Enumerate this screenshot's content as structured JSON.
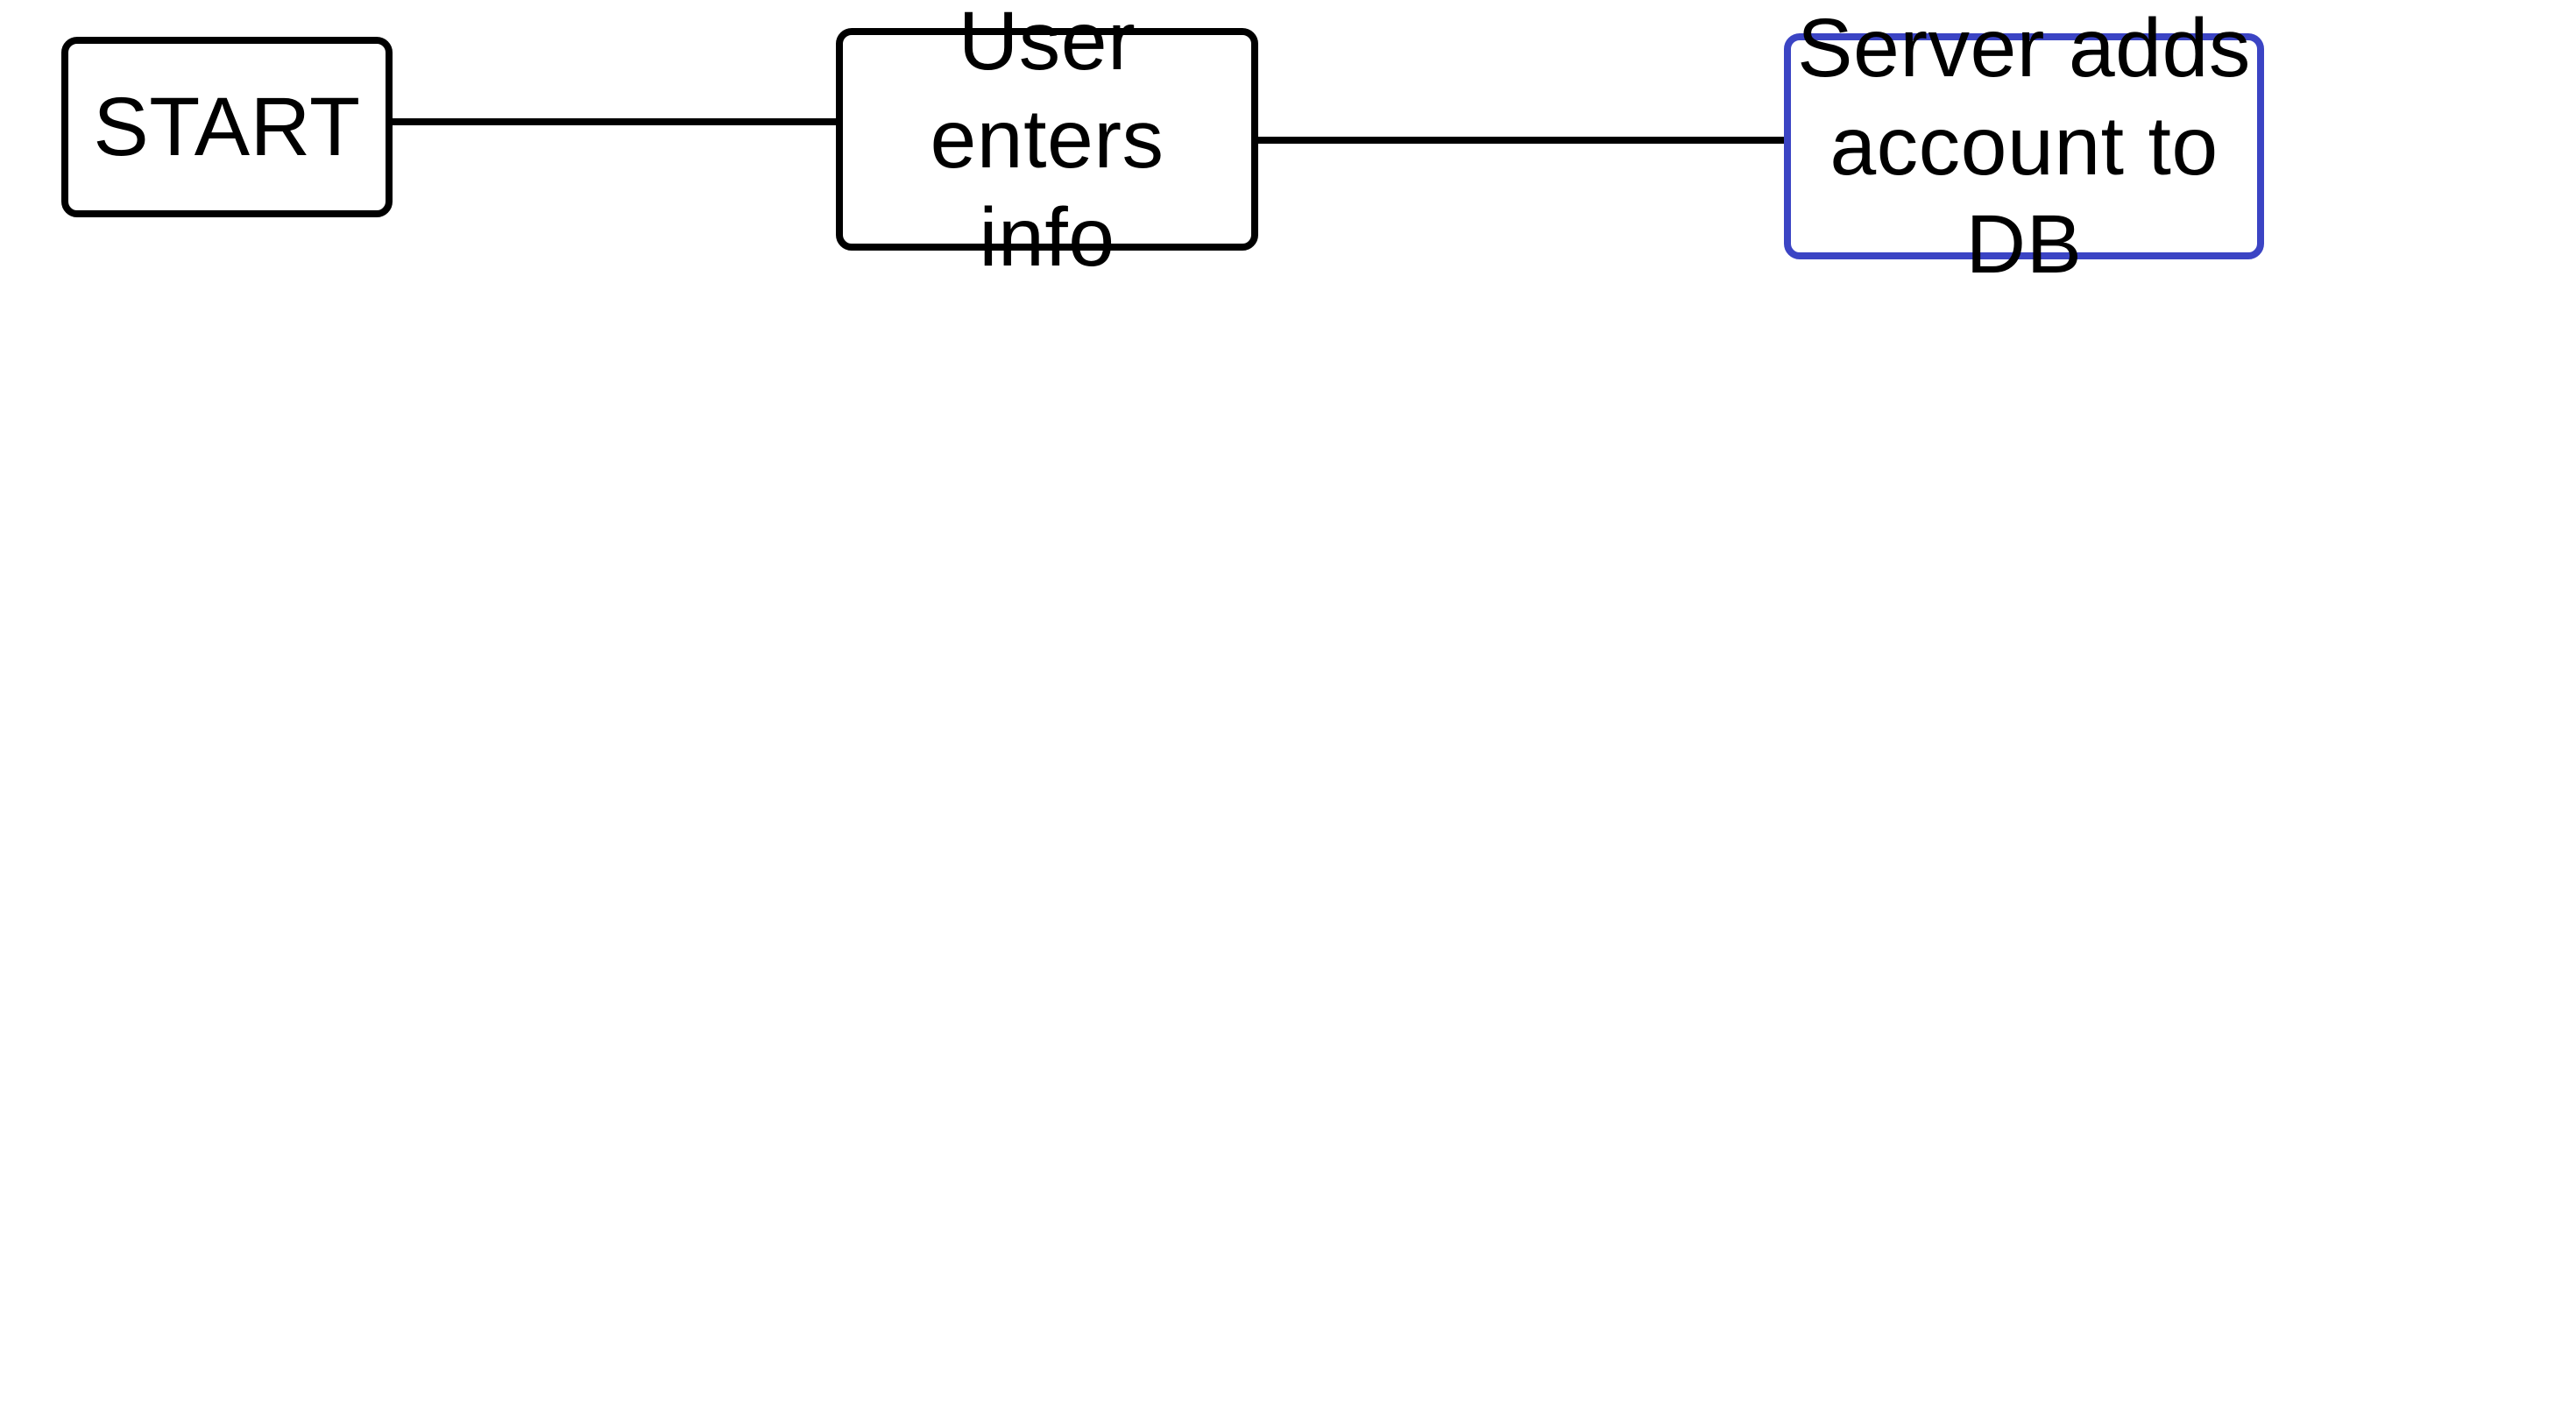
{
  "diagram": {
    "type": "flowchart",
    "nodes": [
      {
        "id": "start",
        "label": "START"
      },
      {
        "id": "user",
        "label": "User enters\ninfo"
      },
      {
        "id": "server",
        "label": "Server adds\naccount to DB",
        "selected": true
      }
    ],
    "edges": [
      {
        "from": "start",
        "to": "user"
      },
      {
        "from": "user",
        "to": "server"
      }
    ]
  },
  "colors": {
    "background": "#ffffff",
    "stroke": "#000000",
    "text": "#000000",
    "selection": "#3b44c4"
  }
}
